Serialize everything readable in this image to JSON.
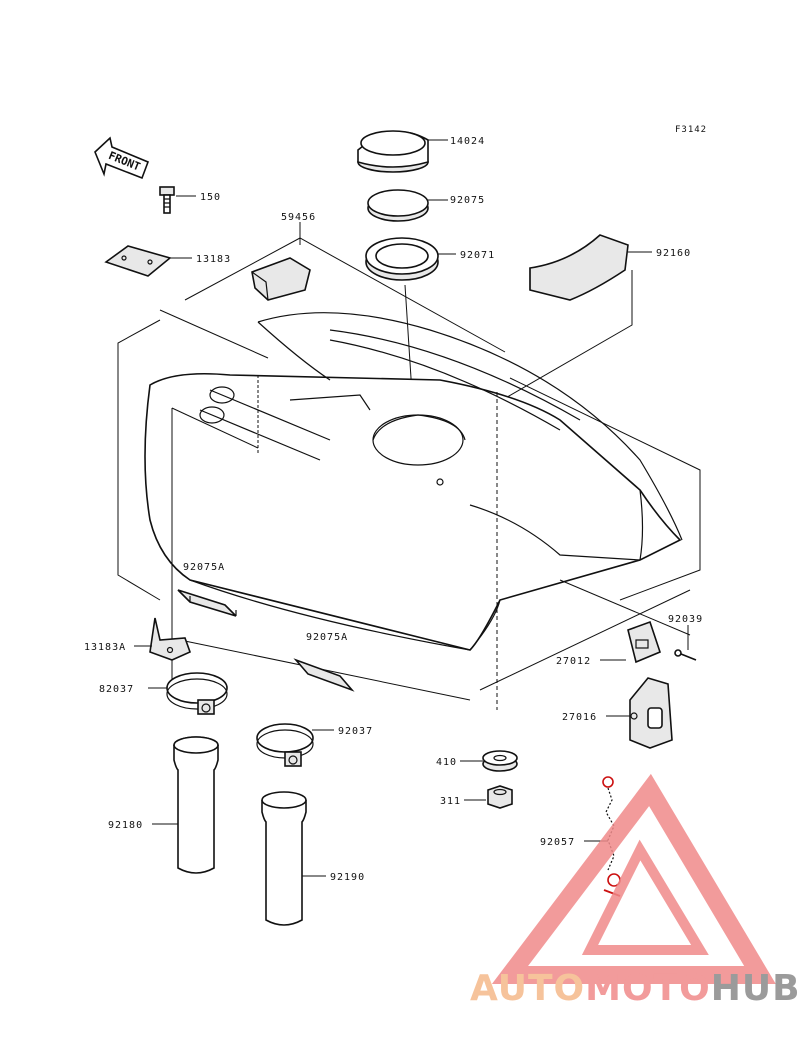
{
  "figure_id": "F3142",
  "front_label": "FRONT",
  "parts": {
    "p14024": "14024",
    "p92075": "92075",
    "p150": "150",
    "p59456": "59456",
    "p92071": "92071",
    "p13183": "13183",
    "p92160": "92160",
    "p92075A_1": "92075A",
    "p92075A_2": "92075A",
    "p13183A": "13183A",
    "p82037": "82037",
    "p92037": "92037",
    "p92039": "92039",
    "p27012": "27012",
    "p27016": "27016",
    "p410": "410",
    "p311": "311",
    "p92180": "92180",
    "p92190": "92190",
    "p92057": "92057"
  },
  "watermark": {
    "part1": "AUTO",
    "part2": "MOTO",
    "part3": "HUB",
    "color1": "#f5b98a",
    "color2": "#f08a8a",
    "color3": "#8a8a8a"
  }
}
